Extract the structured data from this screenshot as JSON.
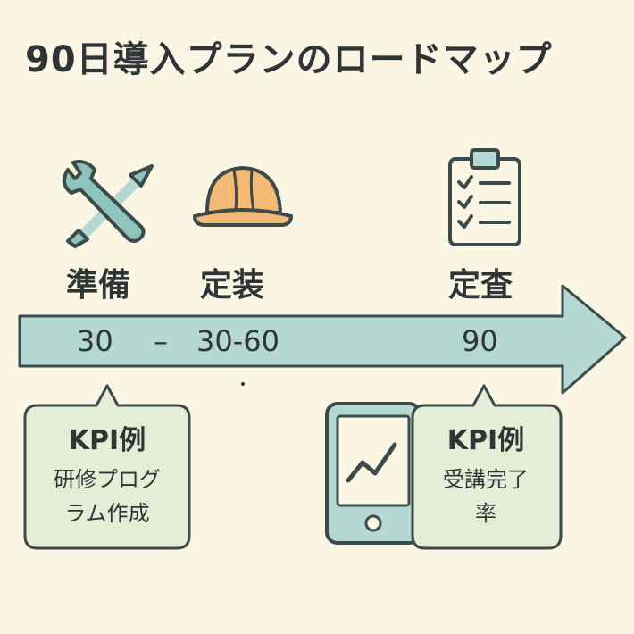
{
  "title": "90日導入プランのロードマップ",
  "phases": [
    {
      "label": "準備",
      "icon": "wrench-screwdriver-icon"
    },
    {
      "label": "定装",
      "icon": "hard-hat-icon"
    },
    {
      "label": "定査",
      "icon": "clipboard-checklist-icon"
    }
  ],
  "axis": {
    "start": "30",
    "dash": "–",
    "mid": "30-60",
    "end": "90"
  },
  "kpi_left": {
    "heading": "KPI例",
    "line1": "研修プログ",
    "line2": "ラム作成"
  },
  "kpi_right": {
    "heading": "KPI例",
    "line1": "受講完了",
    "line2": "率",
    "icon": "smartphone-chart-icon"
  },
  "colors": {
    "background": "#fbf6e4",
    "arrow": "#b3d9d2",
    "bubble": "#e4eed7",
    "outline": "#3b4a4a",
    "hat": "#f2ba74"
  }
}
